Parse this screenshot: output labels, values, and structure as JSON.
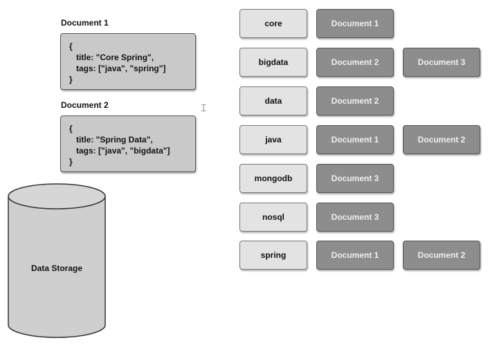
{
  "documents": [
    {
      "title": "Document 1",
      "open": "{",
      "lines": [
        "title: \"Core Spring\",",
        "tags: [\"java\", \"spring\"]"
      ],
      "close": "}"
    },
    {
      "title": "Document 2",
      "open": "{",
      "lines": [
        "title: \"Spring Data\",",
        "tags: [\"java\", \"bigdata\"]"
      ],
      "close": "}"
    }
  ],
  "storage": {
    "label": "Data Storage"
  },
  "index": [
    {
      "key": "core",
      "docs": [
        "Document 1"
      ]
    },
    {
      "key": "bigdata",
      "docs": [
        "Document 2",
        "Document 3"
      ]
    },
    {
      "key": "data",
      "docs": [
        "Document 2"
      ]
    },
    {
      "key": "java",
      "docs": [
        "Document 1",
        "Document 2"
      ]
    },
    {
      "key": "mongodb",
      "docs": [
        "Document 3"
      ]
    },
    {
      "key": "nosql",
      "docs": [
        "Document 3"
      ]
    },
    {
      "key": "spring",
      "docs": [
        "Document 1",
        "Document 2"
      ]
    }
  ],
  "colors": {
    "key_fill": "#e3e3e3",
    "doc_fill": "#8d8d8d",
    "storage_fill": "#cfcfcf"
  },
  "cursor_icon": "text-cursor-icon"
}
